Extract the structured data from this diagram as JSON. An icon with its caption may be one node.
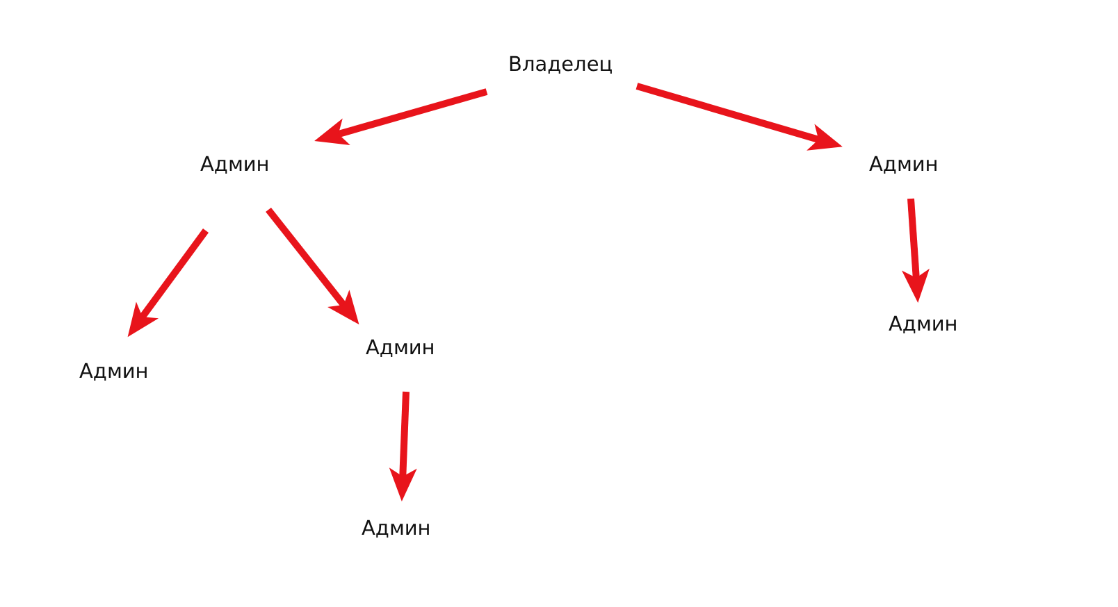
{
  "diagram": {
    "nodes": [
      {
        "text": [
          "Владелец"
        ]
      },
      {
        "text": [
          "Админ"
        ]
      },
      {
        "text": [
          "Админ"
        ]
      },
      {
        "text": [
          "Админ"
        ]
      },
      {
        "text": [
          "Админ"
        ]
      },
      {
        "text": [
          "Админ"
        ]
      },
      {
        "text": [
          "Админ"
        ]
      }
    ],
    "edges": [
      {
        "from": 0,
        "to": 1,
        "arrow": "to"
      },
      {
        "from": 0,
        "to": 2,
        "arrow": "to"
      },
      {
        "from": 1,
        "to": 3,
        "arrow": "to"
      },
      {
        "from": 1,
        "to": 4,
        "arrow": "to"
      },
      {
        "from": 4,
        "to": 6,
        "arrow": "to"
      },
      {
        "from": 2,
        "to": 5,
        "arrow": "to"
      }
    ]
  }
}
